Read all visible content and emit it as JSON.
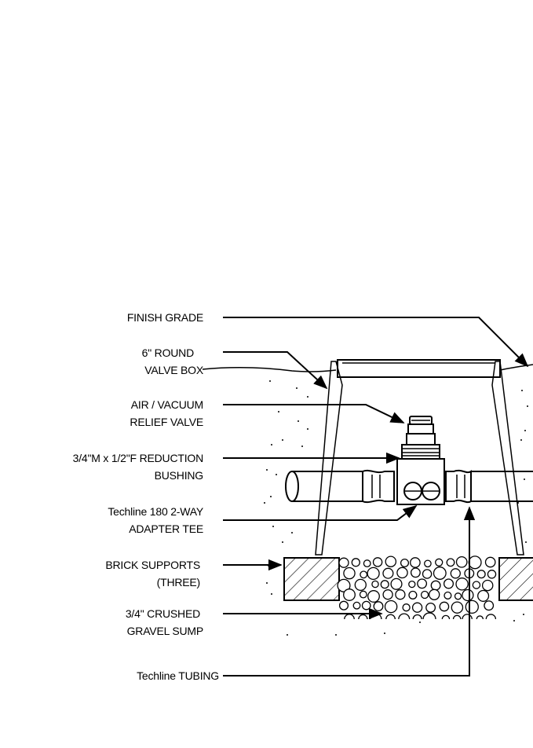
{
  "labels": {
    "finish_grade": "FINISH GRADE",
    "valve_box_1": "6\" ROUND",
    "valve_box_2": "VALVE BOX",
    "relief_valve_1": "AIR / VACUUM",
    "relief_valve_2": "RELIEF VALVE",
    "bushing_1": "3/4\"M x 1/2\"F REDUCTION",
    "bushing_2": "BUSHING",
    "tee_1": "Techline 180 2-WAY",
    "tee_2": "ADAPTER TEE",
    "brick_1": "BRICK SUPPORTS",
    "brick_2": "(THREE)",
    "gravel_1": "3/4\" CRUSHED",
    "gravel_2": "GRAVEL SUMP",
    "tubing": "Techline TUBING"
  },
  "colors": {
    "ink": "#000000",
    "paper": "#ffffff"
  }
}
